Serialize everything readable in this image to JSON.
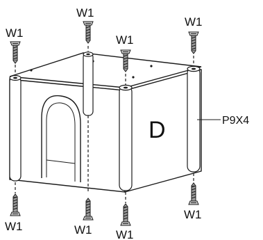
{
  "labels": {
    "panel": "D",
    "post": "P9X4",
    "screw": "W1"
  }
}
